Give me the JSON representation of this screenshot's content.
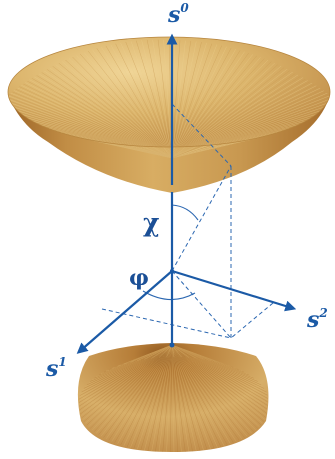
{
  "labels": {
    "s0": {
      "base": "s",
      "sup": "0"
    },
    "s1": {
      "base": "s",
      "sup": "1"
    },
    "s2": {
      "base": "s",
      "sup": "2"
    },
    "chi": "χ",
    "phi": "φ"
  },
  "colors": {
    "axis": "#1b5aa6",
    "dash": "#2b67b1",
    "surface_light": "#e9c984",
    "surface_mid": "#d2a55a",
    "surface_dark": "#a56c2b",
    "surface_edge": "#8b5a24"
  }
}
